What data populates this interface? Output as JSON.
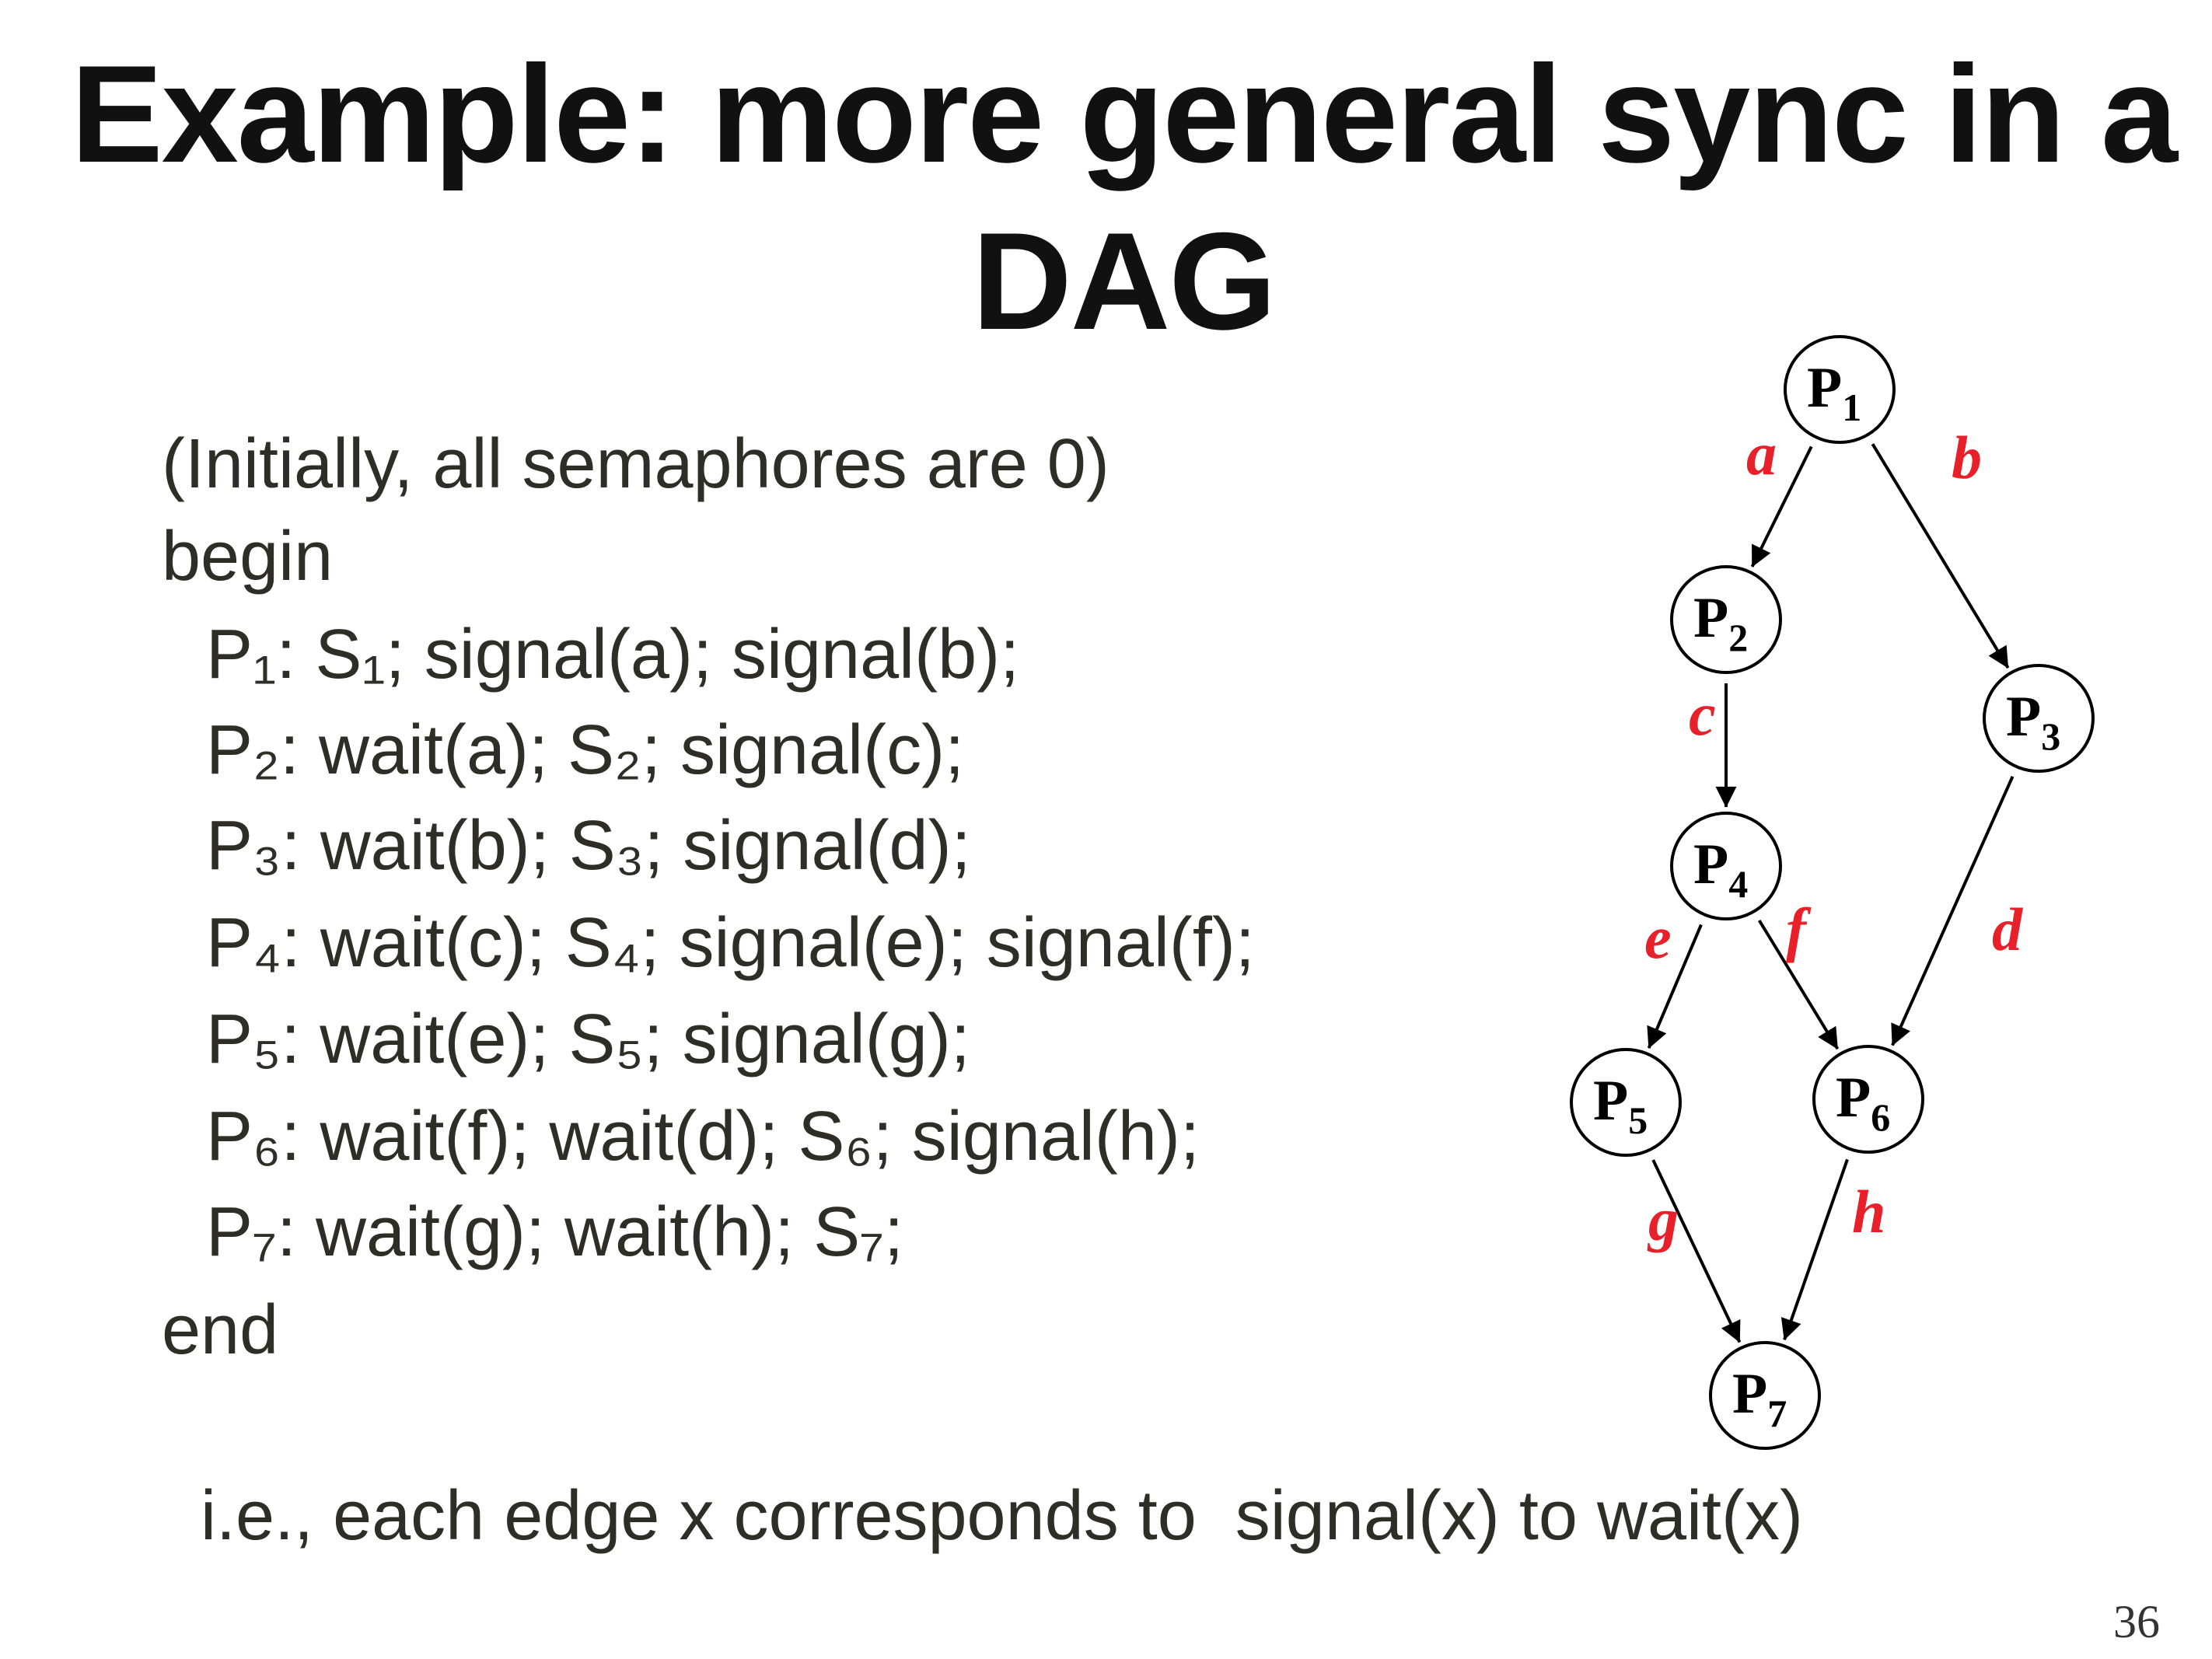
{
  "title": {
    "line1": "Example: more general sync in a",
    "line2": "DAG"
  },
  "code": {
    "lines": [
      "(Initially, all semaphores are 0)",
      "begin",
      "P₁: S₁; signal(a); signal(b);",
      "P₂: wait(a); S₂; signal(c);",
      "P₃: wait(b); S₃; signal(d);",
      "P₄: wait(c); S₄; signal(e); signal(f);",
      "P₅: wait(e); S₅; signal(g);",
      "P₆: wait(f); wait(d); S₆; signal(h);",
      "P₇: wait(g); wait(h); S₇;",
      "end"
    ],
    "footer": "i.e., each edge x corresponds to  signal(x) to wait(x)"
  },
  "page_number": "36",
  "colors": {
    "edge_label": "#e8202a",
    "text": "#2e2e26"
  },
  "diagram": {
    "nodes": [
      {
        "id": "P1",
        "name": "P",
        "sub": "1"
      },
      {
        "id": "P2",
        "name": "P",
        "sub": "2"
      },
      {
        "id": "P3",
        "name": "P",
        "sub": "3"
      },
      {
        "id": "P4",
        "name": "P",
        "sub": "4"
      },
      {
        "id": "P5",
        "name": "P",
        "sub": "5"
      },
      {
        "id": "P6",
        "name": "P",
        "sub": "6"
      },
      {
        "id": "P7",
        "name": "P",
        "sub": "7"
      }
    ],
    "edges": [
      {
        "from": "P1",
        "to": "P2",
        "label": "a"
      },
      {
        "from": "P1",
        "to": "P3",
        "label": "b"
      },
      {
        "from": "P2",
        "to": "P4",
        "label": "c"
      },
      {
        "from": "P3",
        "to": "P6",
        "label": "d"
      },
      {
        "from": "P4",
        "to": "P5",
        "label": "e"
      },
      {
        "from": "P4",
        "to": "P6",
        "label": "f"
      },
      {
        "from": "P5",
        "to": "P7",
        "label": "g"
      },
      {
        "from": "P6",
        "to": "P7",
        "label": "h"
      }
    ]
  }
}
